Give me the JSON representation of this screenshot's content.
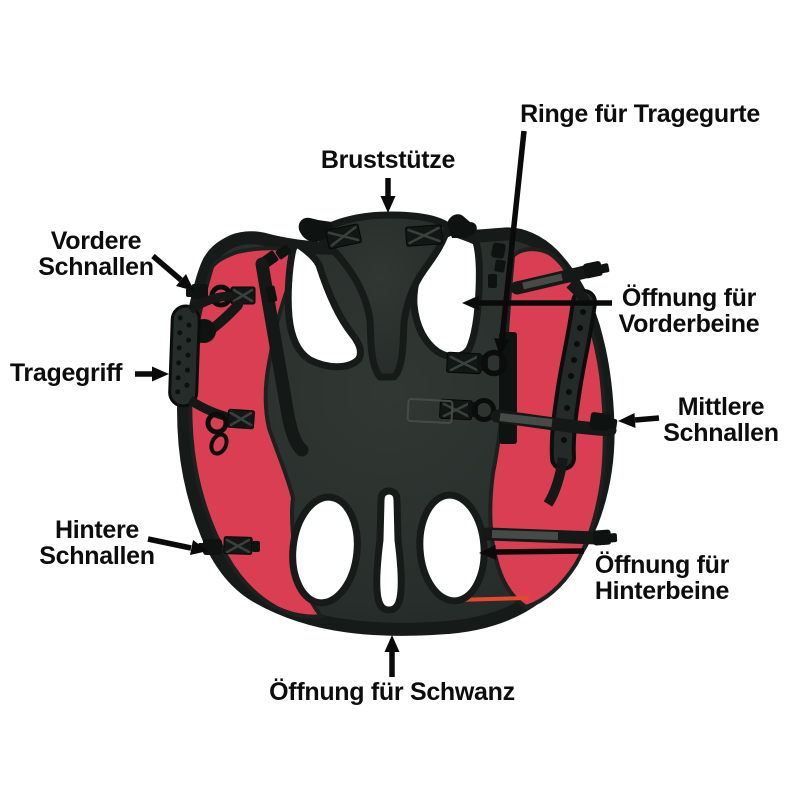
{
  "diagram": {
    "labels": {
      "ringe_fuer_tragegurte": "Ringe für Tragegurte",
      "bruststuetze": "Bruststütze",
      "vordere_schnallen": "Vordere\nSchnallen",
      "oeffnung_fuer_vorderbeine": "Öffnung für\nVorderbeine",
      "tragegriff": "Tragegriff",
      "mittlere_schnallen": "Mittlere\nSchnallen",
      "hintere_schnallen": "Hintere\nSchnallen",
      "oeffnung_fuer_hinterbeine": "Öffnung für\nHinterbeine",
      "oeffnung_fuer_schwanz": "Öffnung für Schwanz"
    },
    "colors": {
      "background": "#ffffff",
      "label_text": "#0d0d0d",
      "arrow": "#0a0a0a",
      "harness_fabric": "#2a302d",
      "harness_binding": "#161b19",
      "panel_red": "#d93e53",
      "stitch_red": "#e8472e"
    }
  }
}
